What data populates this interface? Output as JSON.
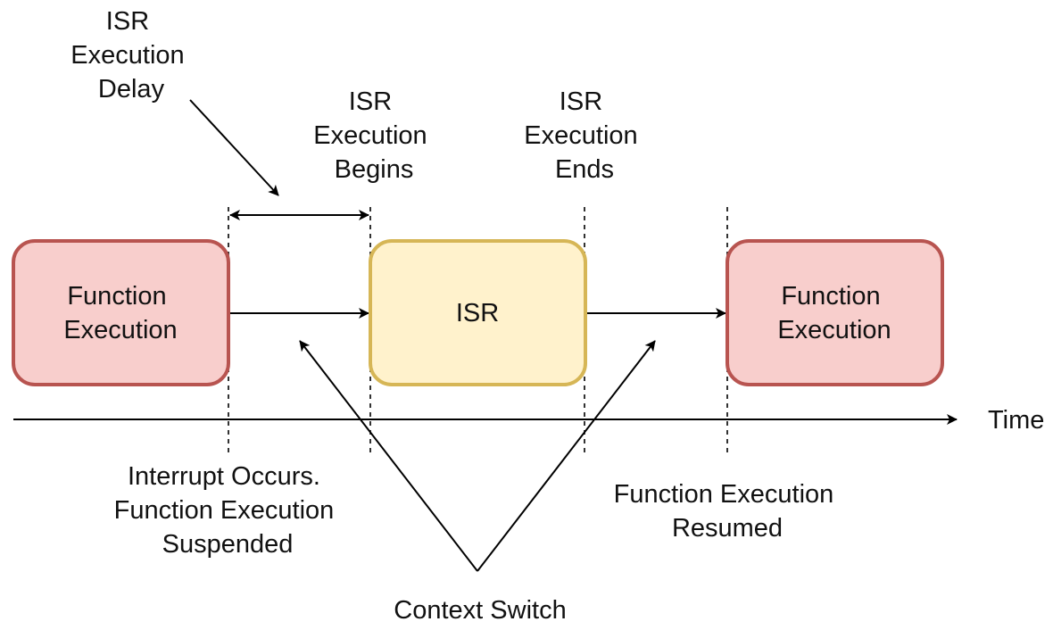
{
  "diagram": {
    "boxes": {
      "function_start": {
        "lines": [
          "Function",
          "Execution"
        ],
        "fill": "#f8cecc",
        "stroke": "#b85450"
      },
      "isr": {
        "lines": [
          "ISR"
        ],
        "fill": "#fff2cc",
        "stroke": "#d6b656"
      },
      "function_resume": {
        "lines": [
          "Function",
          "Execution"
        ],
        "fill": "#f8cecc",
        "stroke": "#b85450"
      }
    },
    "labels": {
      "isr_execution_delay": [
        "ISR",
        "Execution",
        "Delay"
      ],
      "isr_execution_begins": [
        "ISR",
        "Execution",
        "Begins"
      ],
      "isr_execution_ends": [
        "ISR",
        "Execution",
        "Ends"
      ],
      "interrupt_occurs": [
        "Interrupt Occurs.",
        "Function Execution",
        "Suspended"
      ],
      "function_execution_resumed": [
        "Function Execution",
        "Resumed"
      ],
      "context_switch": [
        "Context Switch"
      ],
      "time_axis": [
        "Time"
      ]
    }
  }
}
